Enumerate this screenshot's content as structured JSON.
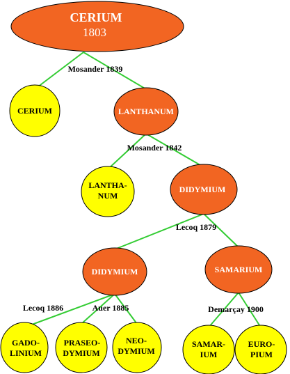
{
  "colors": {
    "separated_element": "#f26522",
    "final_element": "#ffff00",
    "edge": "#33cc33"
  },
  "nodes": {
    "root": {
      "line1": "CERIUM",
      "line2": "1803"
    },
    "cerium": {
      "line1": "CERIUM"
    },
    "lanthanum": {
      "line1": "LANTHANUM"
    },
    "lanthanum_final": {
      "line1": "LANTHA-",
      "line2": "NUM"
    },
    "didymium": {
      "line1": "DIDYMIUM"
    },
    "didymium2": {
      "line1": "DIDYMIUM"
    },
    "samarium": {
      "line1": "SAMARIUM"
    },
    "gadolinium": {
      "line1": "GADO-",
      "line2": "LINIUM"
    },
    "praseodymium": {
      "line1": "PRASEO-",
      "line2": "DYMIUM"
    },
    "neodymium": {
      "line1": "NEO-",
      "line2": "DYMIUM"
    },
    "samarium_final": {
      "line1": "SAMAR-",
      "line2": "IUM"
    },
    "europium": {
      "line1": "EURO-",
      "line2": "PIUM"
    }
  },
  "edge_labels": {
    "mosander1839": "Mosander 1839",
    "mosander1842": "Mosander 1842",
    "lecoq1879": "Lecoq 1879",
    "lecoq1886": "Lecoq 1886",
    "auer1885": "Auer 1885",
    "demarcay1900": "Demarçay 1900"
  }
}
